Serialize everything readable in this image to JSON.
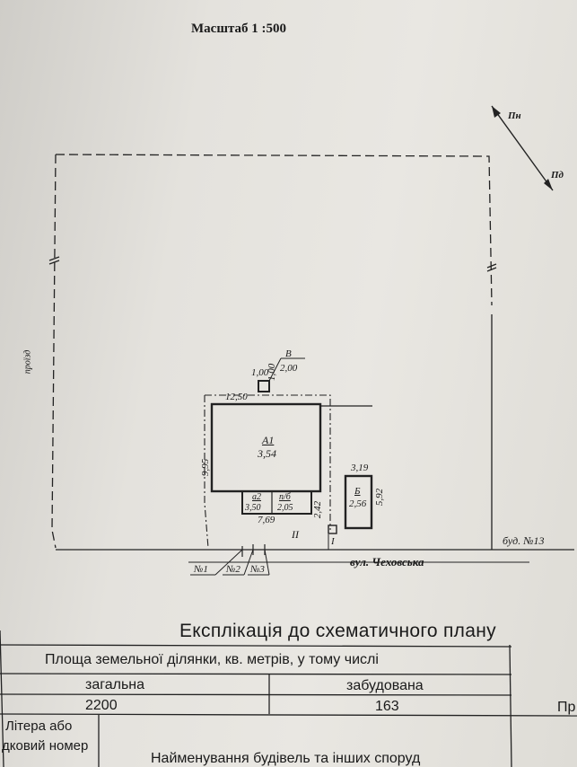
{
  "header": {
    "scale": "Масштаб 1 :500"
  },
  "compass": {
    "north": "Пн",
    "south": "Пд"
  },
  "plot": {
    "side_label": "проїзд",
    "street": "вул. Чеховська",
    "neighbor": "буд. №13",
    "zone_label": "II",
    "gate_label": "I",
    "nodes": [
      "№1",
      "№2",
      "№3"
    ]
  },
  "buildings": {
    "a1": {
      "name": "А1",
      "area": "3,54",
      "width": "12,50",
      "depth": "9,95"
    },
    "b": {
      "name": "Б",
      "area": "2,56",
      "width": "3,19",
      "depth": "5,92"
    },
    "v": {
      "name": "В",
      "w1": "1,00",
      "w2": "2,00",
      "d": "1,00"
    },
    "a2": {
      "name": "а2",
      "dim": "3,50"
    },
    "porch": {
      "name": "п/б",
      "dim": "2,05"
    },
    "total_width": "7,69",
    "height": "2,42"
  },
  "explication": {
    "title": "Експлікація до схематичного плану",
    "area_heading": "Площа земельної ділянки, кв. метрів, у тому числі",
    "col_total": "загальна",
    "col_built": "забудована",
    "val_total": "2200",
    "val_built": "163",
    "letter_col_line1": "Літера або",
    "letter_col_line2": "дковий номер",
    "names_col": "Найменування будівель та інших споруд",
    "right_edge": "Пр"
  }
}
